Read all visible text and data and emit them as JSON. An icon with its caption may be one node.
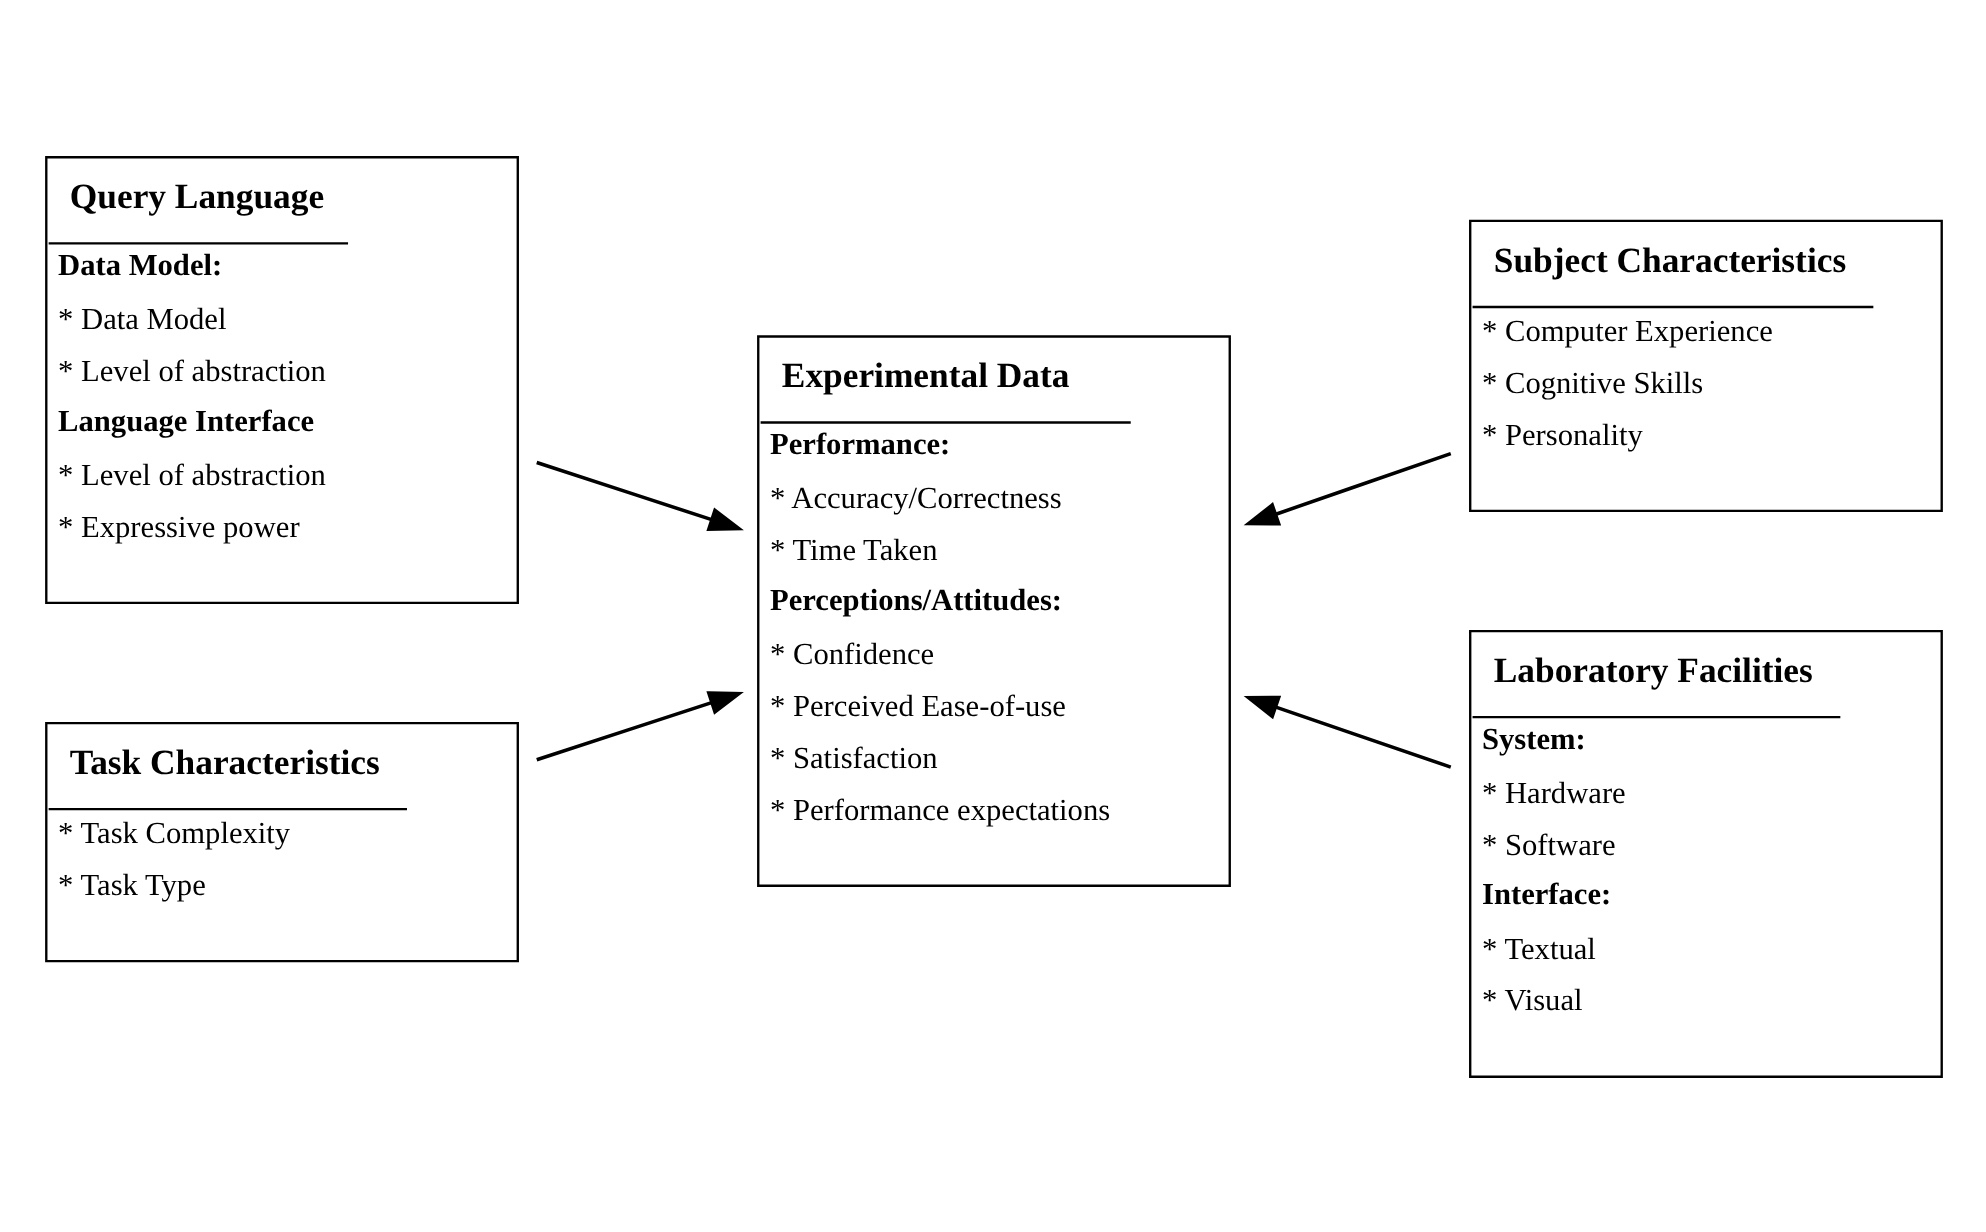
{
  "diagram": {
    "nodes": [
      {
        "text": [
          "Query Language",
          "Data Model:",
          "* Data Model",
          "* Level of abstraction",
          "Language Interface",
          "* Level of abstraction",
          "* Expressive power"
        ]
      },
      {
        "text": [
          "Subject Characteristics",
          "* Computer Experience",
          "* Cognitive Skills",
          "* Personality"
        ]
      },
      {
        "text": [
          "Experimental Data",
          "Performance:",
          "* Accuracy/Correctness",
          "* Time Taken",
          "Perceptions/Attitudes:",
          "* Confidence",
          "* Perceived Ease-of-use",
          "* Satisfaction",
          "* Performance expectations"
        ]
      },
      {
        "text": [
          "Laboratory Facilities",
          "System:",
          "* Hardware",
          "* Software",
          "Interface:",
          "* Textual",
          "* Visual"
        ]
      },
      {
        "text": [
          "Task Characteristics",
          "* Task Complexity",
          "* Task Type"
        ]
      }
    ],
    "edges": [
      {
        "from": 0,
        "to": 2,
        "arrow": "to"
      },
      {
        "from": 1,
        "to": 2,
        "arrow": "to"
      },
      {
        "from": 4,
        "to": 2,
        "arrow": "to"
      },
      {
        "from": 3,
        "to": 2,
        "arrow": "to"
      }
    ]
  }
}
